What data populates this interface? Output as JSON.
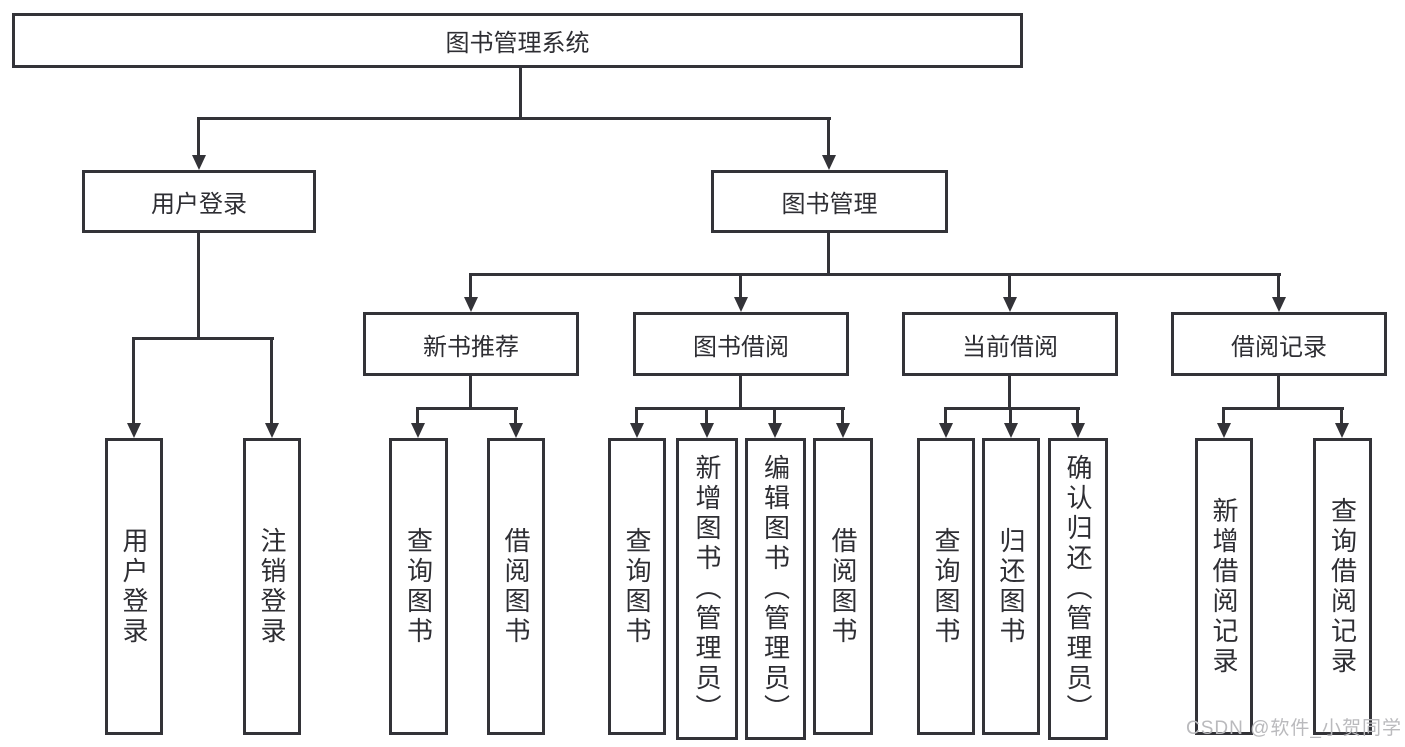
{
  "diagram": {
    "root": {
      "label": "图书管理系统"
    },
    "branches": [
      {
        "label": "用户登录",
        "children": [
          {
            "label": "用户登录"
          },
          {
            "label": "注销登录"
          }
        ]
      },
      {
        "label": "图书管理",
        "children": [
          {
            "label": "新书推荐",
            "children": [
              {
                "label": "查询图书"
              },
              {
                "label": "借阅图书"
              }
            ]
          },
          {
            "label": "图书借阅",
            "children": [
              {
                "label": "查询图书"
              },
              {
                "label": "新增图书（管理员）"
              },
              {
                "label": "编辑图书（管理员）"
              },
              {
                "label": "借阅图书"
              }
            ]
          },
          {
            "label": "当前借阅",
            "children": [
              {
                "label": "查询图书"
              },
              {
                "label": "归还图书"
              },
              {
                "label": "确认归还（管理员）"
              }
            ]
          },
          {
            "label": "借阅记录",
            "children": [
              {
                "label": "新增借阅记录"
              },
              {
                "label": "查询借阅记录"
              }
            ]
          }
        ]
      }
    ]
  },
  "watermark": {
    "text": "CSDN @软件_小贺同学"
  },
  "colors": {
    "line": "#333338",
    "text": "#2e2e33",
    "watermark": "#bababd",
    "background": "#ffffff"
  }
}
